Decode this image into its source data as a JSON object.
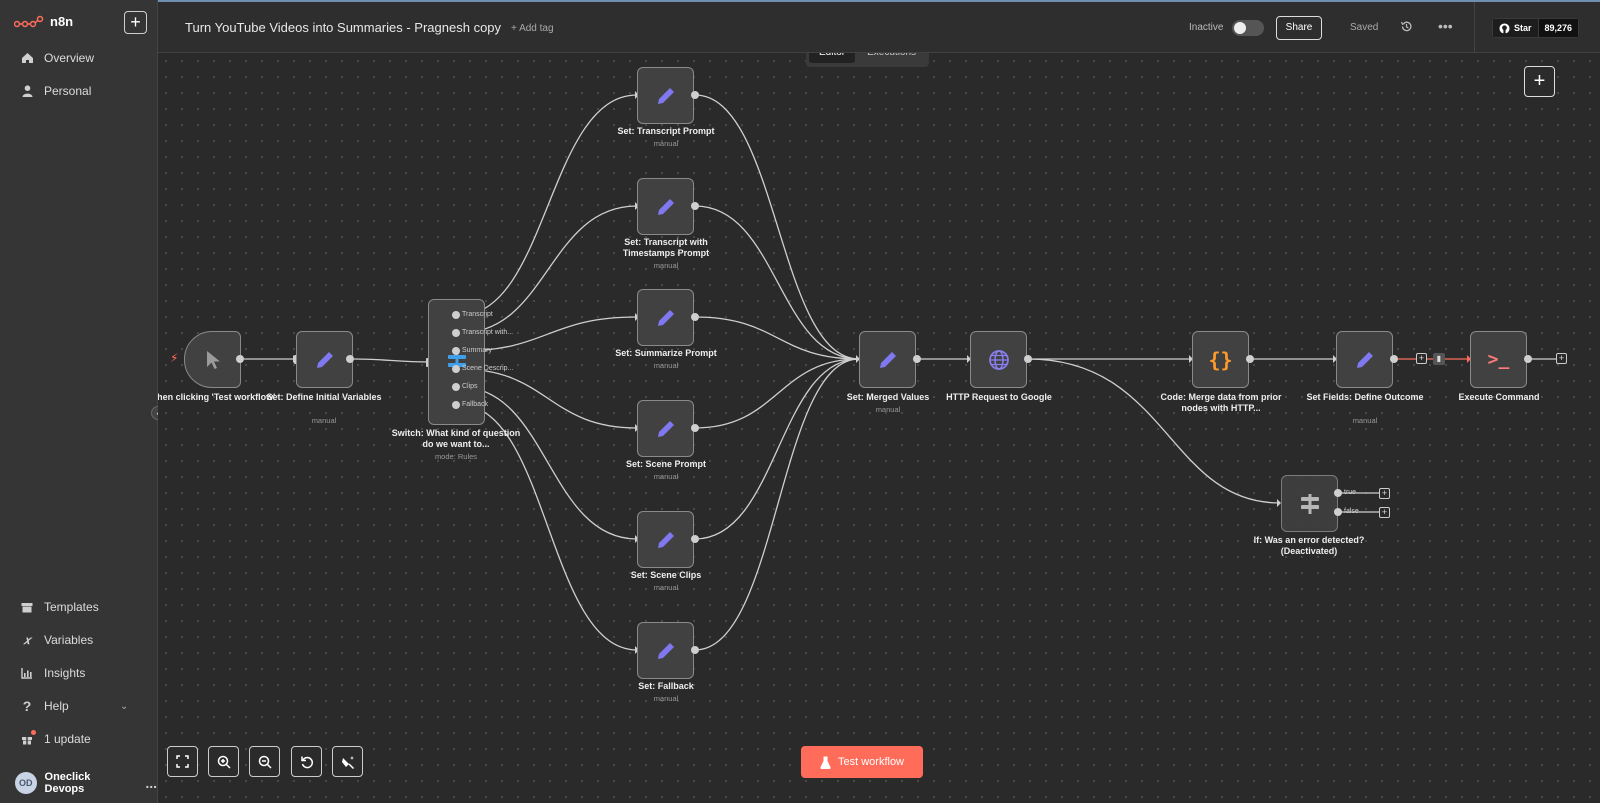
{
  "sidebar": {
    "brand": "n8n",
    "add_label": "+",
    "items_top": [
      {
        "label": "Overview",
        "icon": "home-icon"
      },
      {
        "label": "Personal",
        "icon": "user-icon"
      }
    ],
    "items_bottom": [
      {
        "label": "Templates",
        "icon": "box-icon"
      },
      {
        "label": "Variables",
        "icon": "variable-icon"
      },
      {
        "label": "Insights",
        "icon": "chart-icon"
      },
      {
        "label": "Help",
        "icon": "question-icon"
      },
      {
        "label": "1 update",
        "icon": "gift-icon"
      }
    ],
    "user": {
      "initials": "OD",
      "name": "Oneclick Devops",
      "more": "..."
    }
  },
  "header": {
    "workflow_title": "Turn YouTube Videos into Summaries - Pragnesh copy",
    "add_tag": "+ Add tag",
    "status": "Inactive",
    "share_label": "Share",
    "saved_label": "Saved",
    "github": {
      "star_label": "Star",
      "count": "89,276"
    }
  },
  "tabs": [
    {
      "label": "Editor",
      "active": true
    },
    {
      "label": "Executions",
      "active": false
    }
  ],
  "nodes": {
    "trigger": {
      "label": "When clicking 'Test workflow'"
    },
    "define_vars": {
      "label": "Set: Define Initial Variables",
      "sub": "manual"
    },
    "switch": {
      "label": "Switch: What kind of question do we want to...",
      "sub": "mode: Rules",
      "outputs": [
        "Transcript",
        "Transcript with...",
        "Summary",
        "Scene Descrip...",
        "Clips",
        "Fallback"
      ]
    },
    "transcript_prompt": {
      "label": "Set: Transcript Prompt",
      "sub": "manual"
    },
    "timestamps_prompt": {
      "label": "Set: Transcript with Timestamps Prompt",
      "sub": "manual"
    },
    "summarize_prompt": {
      "label": "Set: Summarize Prompt",
      "sub": "manual"
    },
    "scene_prompt": {
      "label": "Set: Scene Prompt",
      "sub": "manual"
    },
    "scene_clips": {
      "label": "Set: Scene Clips",
      "sub": "manual"
    },
    "fallback": {
      "label": "Set: Fallback",
      "sub": "manual"
    },
    "merged": {
      "label": "Set: Merged Values",
      "sub": "manual"
    },
    "http": {
      "label": "HTTP Request to Google"
    },
    "code": {
      "label": "Code: Merge data from prior nodes with HTTP..."
    },
    "set_fields": {
      "label": "Set Fields: Define Outcome",
      "sub": "manual"
    },
    "execute": {
      "label": "Execute Command"
    },
    "if_error": {
      "label": "If: Was an error detected? (Deactivated)",
      "outputs": [
        "true",
        "false"
      ]
    }
  },
  "test_button": "Test workflow",
  "colors": {
    "accent": "#ff6d5a",
    "set_icon": "#7f78f0",
    "globe_icon": "#8a7ff0",
    "code_icon": "#ff9b2b",
    "switch_icon": "#3f9fe8"
  }
}
